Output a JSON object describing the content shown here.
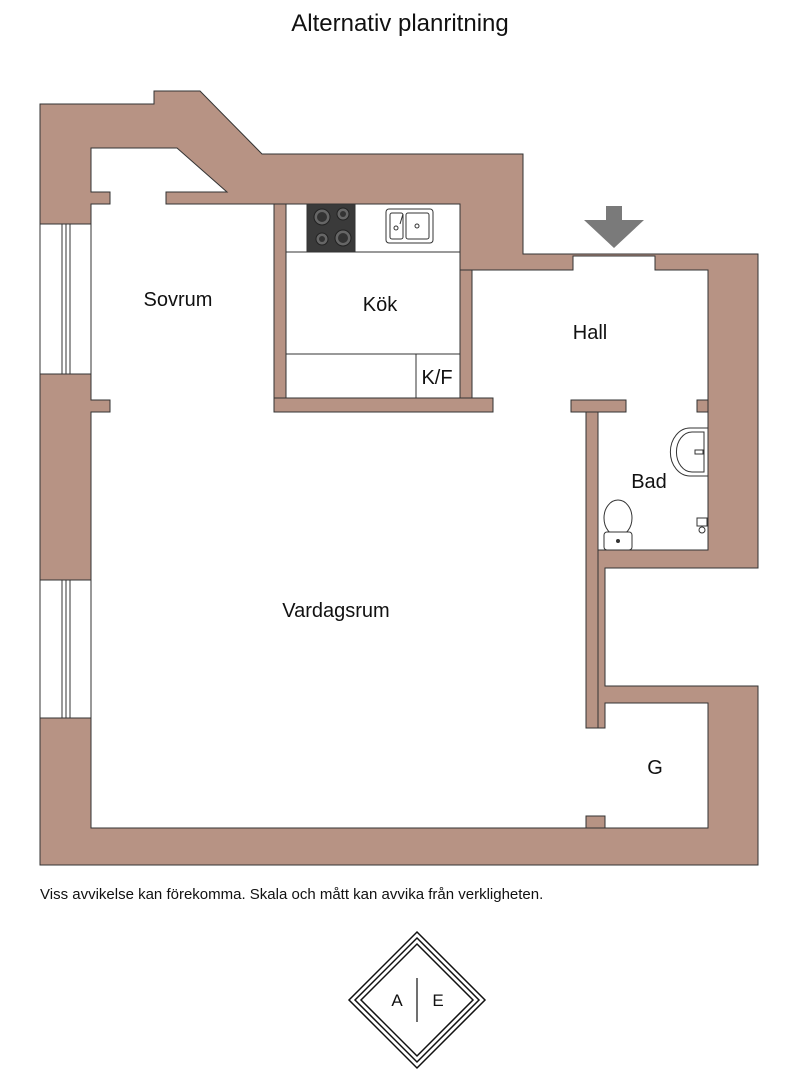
{
  "title": "Alternativ planritning",
  "rooms": {
    "sovrum": "Sovrum",
    "kok": "Kök",
    "hall": "Hall",
    "kf": "K/F",
    "bad": "Bad",
    "vardagsrum": "Vardagsrum",
    "g": "G"
  },
  "disclaimer": "Viss avvikelse kan förekomma. Skala och mått kan avvika från verkligheten.",
  "logo": {
    "left_letter": "A",
    "right_letter": "E"
  },
  "colors": {
    "wall": "#b79384",
    "outline": "#333333",
    "stove": "#3a3a3a",
    "entry_arrow": "#7a7a7a"
  },
  "icons": [
    "entrance-arrow-icon",
    "stove-icon",
    "sink-icon",
    "washbasin-icon",
    "toilet-icon",
    "shower-tap-icon",
    "window-icon"
  ]
}
